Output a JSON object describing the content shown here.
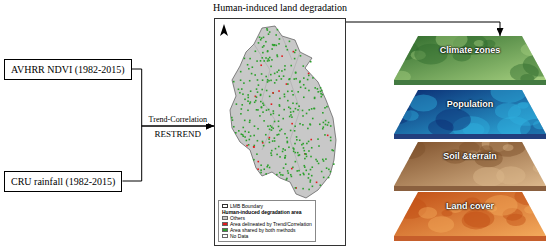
{
  "diagram": {
    "nodes": [
      {
        "text": [
          "AVHRR NDVI (1982-2015)"
        ]
      },
      {
        "text": [
          "CRU rainfall (1982-2015)"
        ]
      },
      {
        "text": [
          "Human-induced land degradation"
        ]
      },
      {
        "text": [
          "Climate zones"
        ]
      },
      {
        "text": [
          "Population"
        ]
      },
      {
        "text": [
          "Soil &terrain"
        ]
      },
      {
        "text": [
          "Land cover"
        ]
      }
    ],
    "edges": [
      {
        "from": 0,
        "to": 2,
        "arrow": "to",
        "label": "Trend-Correlation"
      },
      {
        "from": 1,
        "to": 2,
        "arrow": "to",
        "label": "RESTREND"
      },
      {
        "from": 2,
        "to": 3,
        "arrow": "to"
      }
    ],
    "labels": [
      "Human-induced degradation area"
    ],
    "legend": [
      {
        "text": "LMB Boundary"
      },
      {
        "text": "Others",
        "color": "#c8c8c8"
      },
      {
        "text": "Area delineated by Trend/Correlation",
        "color": "#e31a1c"
      },
      {
        "text": "Area shared by both methods",
        "color": "#2ca02c"
      },
      {
        "text": "No Data",
        "color": "#ffffff"
      }
    ]
  }
}
